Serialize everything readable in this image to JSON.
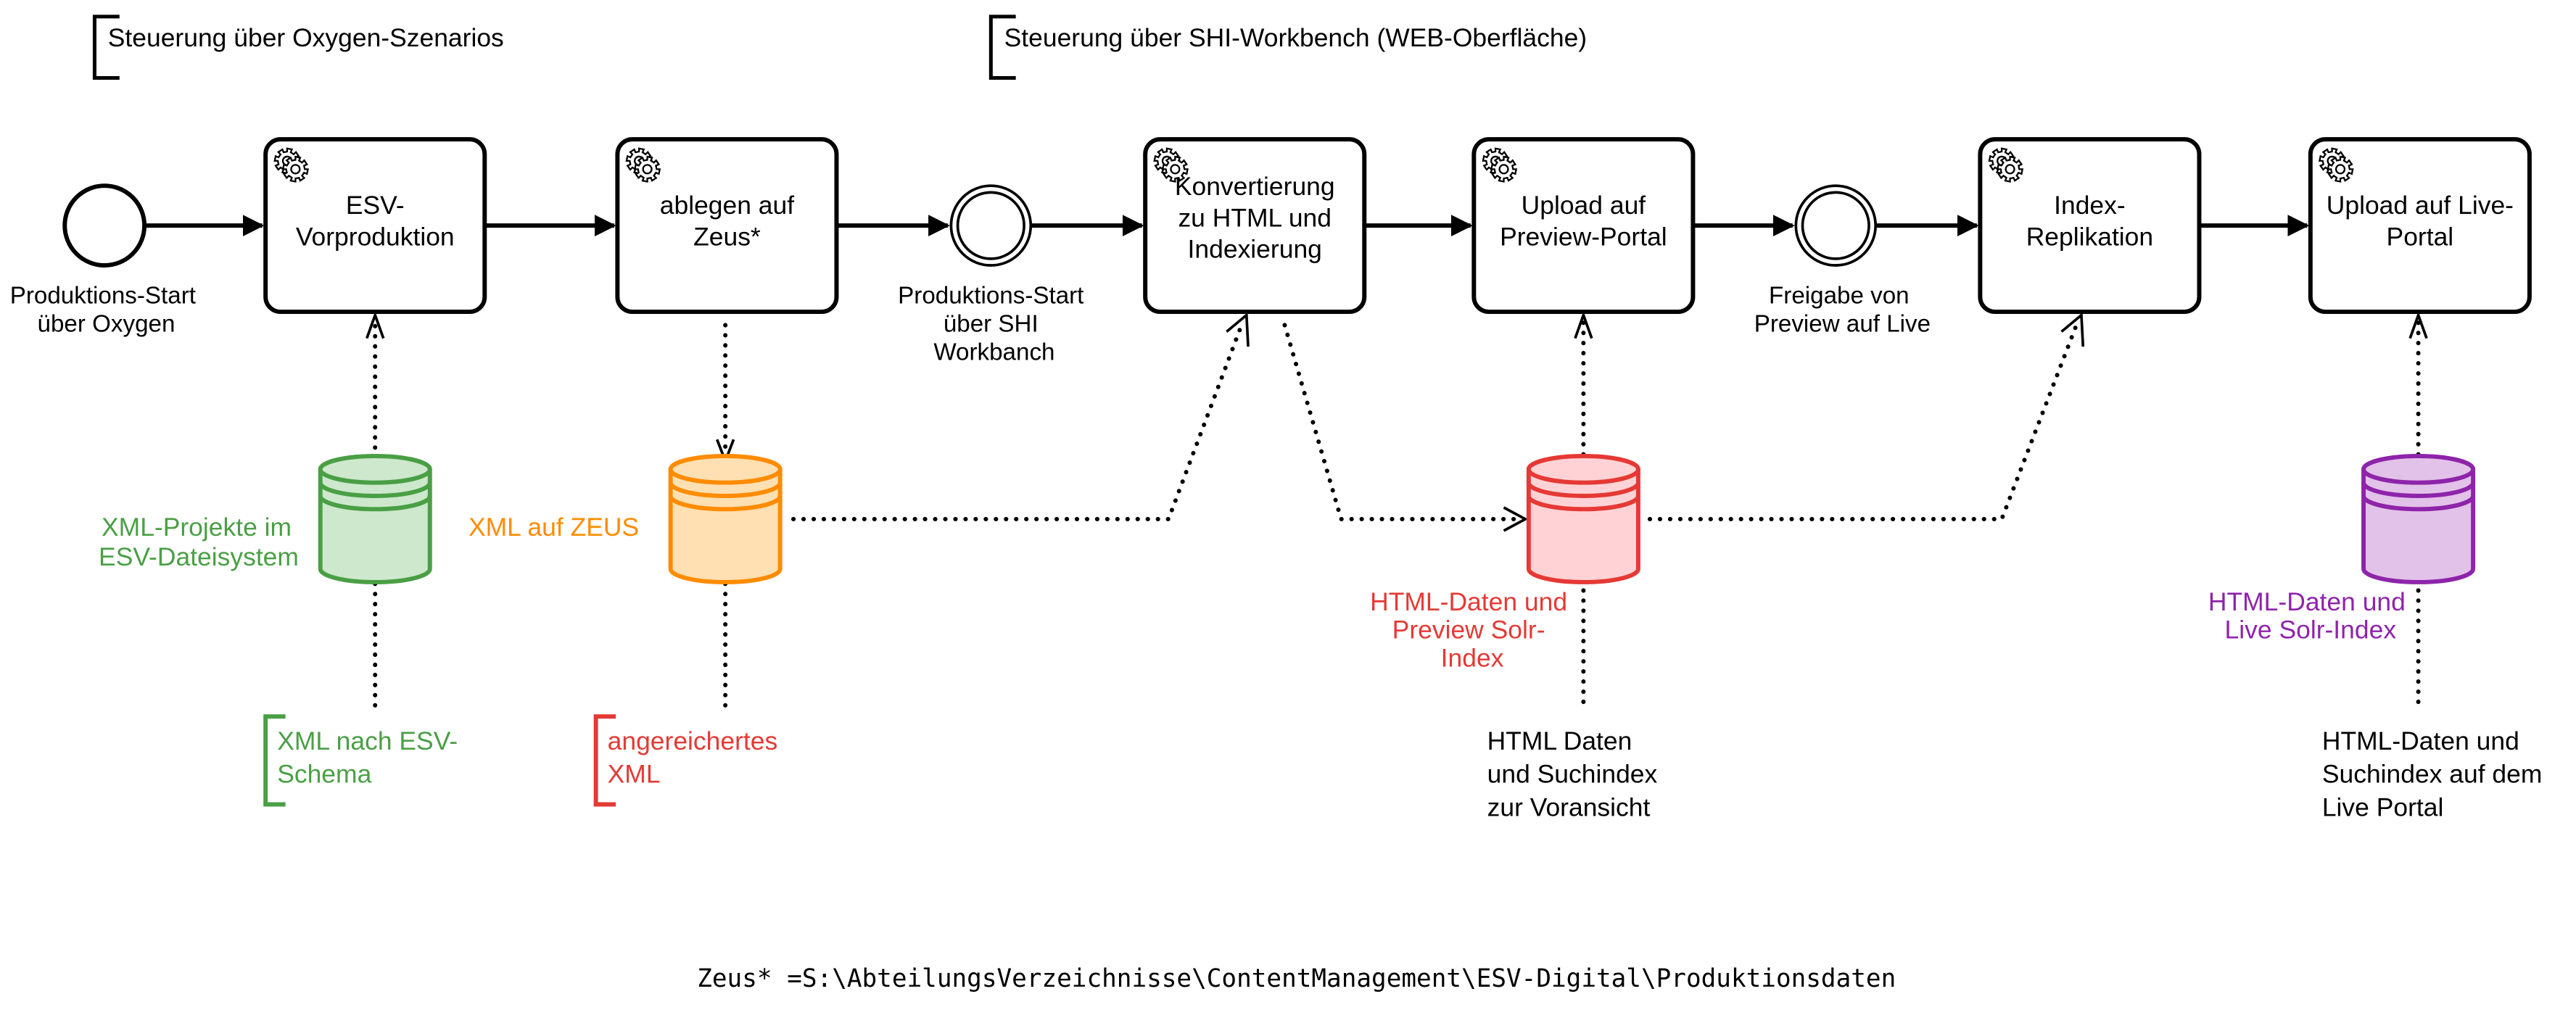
{
  "headers": [
    {
      "label": "Steuerung über Oxygen-Szenarios"
    },
    {
      "label": "Steuerung über SHI-Workbench (WEB-Oberfläche)"
    }
  ],
  "events": [
    {
      "type": "start",
      "lines": [
        "Produktions-Start",
        "über Oxygen"
      ]
    },
    {
      "type": "intermediate",
      "lines": [
        "Produktions-Start",
        "über SHI",
        "Workbanch"
      ]
    },
    {
      "type": "intermediate",
      "lines": [
        "Freigabe von",
        "Preview auf Live"
      ]
    }
  ],
  "tasks": [
    {
      "icon": "gear-icon",
      "lines": [
        "ESV-",
        "Vorproduktion"
      ]
    },
    {
      "icon": "gear-icon",
      "lines": [
        "ablegen auf",
        "Zeus*"
      ]
    },
    {
      "icon": "gear-icon",
      "lines": [
        "Konvertierung",
        "zu HTML und",
        "Indexierung"
      ]
    },
    {
      "icon": "gear-icon",
      "lines": [
        "Upload auf",
        "Preview-Portal"
      ]
    },
    {
      "icon": "gear-icon",
      "lines": [
        "Index-",
        "Replikation"
      ]
    },
    {
      "icon": "gear-icon",
      "lines": [
        "Upload auf Live-",
        "Portal"
      ]
    }
  ],
  "datastores": [
    {
      "lines": [
        "XML-Projekte im",
        "ESV-Dateisystem"
      ],
      "stroke": "#4a9f45",
      "fill": "#cde8cd"
    },
    {
      "lines": [
        "XML auf ZEUS"
      ],
      "stroke": "#ff8c00",
      "fill": "#ffe0b3"
    },
    {
      "lines": [
        "HTML-Daten und",
        "Preview Solr-",
        "Index"
      ],
      "stroke": "#e53935",
      "fill": "#ffd3d6"
    },
    {
      "lines": [
        "HTML-Daten und",
        "Live Solr-Index"
      ],
      "stroke": "#8e24aa",
      "fill": "#e2c2e8"
    }
  ],
  "annotations": [
    {
      "lines": [
        "XML nach ESV-",
        "Schema"
      ],
      "color": "#4a9f45"
    },
    {
      "lines": [
        "angereichertes",
        "XML"
      ],
      "color": "#ff8c00"
    },
    {
      "lines": [
        "HTML Daten",
        "und Suchindex",
        "zur Voransicht"
      ],
      "color": "#e53935"
    },
    {
      "lines": [
        "HTML-Daten und",
        "Suchindex auf dem",
        "Live Portal"
      ],
      "color": "#8e24aa"
    }
  ],
  "footer": {
    "text": "Zeus* =S:\\AbteilungsVerzeichnisse\\ContentManagement\\ESV-Digital\\Produktionsdaten"
  }
}
